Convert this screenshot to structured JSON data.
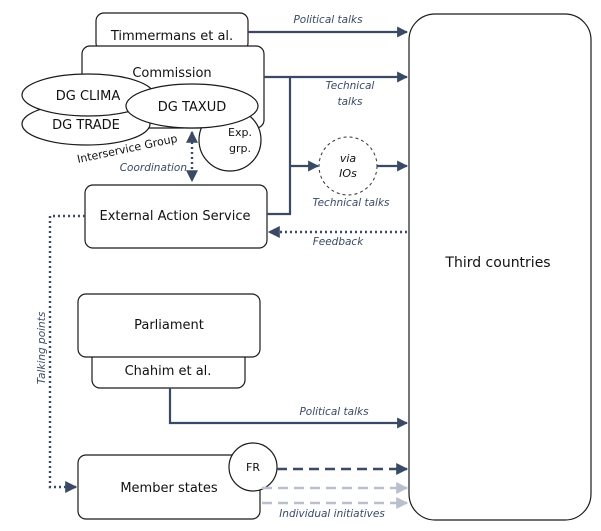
{
  "nodes": {
    "timmermans": "Timmermans et al.",
    "commission": "Commission",
    "dg_clima": "DG CLIMA",
    "dg_trade": "DG TRADE",
    "dg_taxud": "DG TAXUD",
    "exp_grp_line1": "Exp.",
    "exp_grp_line2": "grp.",
    "interservice_group": "Interservice Group",
    "eeas": "External Action Service",
    "parliament": "Parliament",
    "chahim": "Chahim et al.",
    "member_states": "Member states",
    "fr": "FR",
    "via_ios_line1": "via",
    "via_ios_line2": "IOs",
    "third_countries": "Third countries"
  },
  "edges": {
    "political_talks_top": "Political talks",
    "technical_talks_line1": "Technical",
    "technical_talks_line2": "talks",
    "coordination": "Coordination",
    "technical_talks_mid": "Technical talks",
    "feedback": "Feedback",
    "talking_points": "Talking points",
    "political_talks_parliament": "Political talks",
    "individual_initiatives": "Individual initiatives"
  },
  "colors": {
    "arrow": "#3a4a64",
    "arrow_light": "#b9c0cb"
  }
}
